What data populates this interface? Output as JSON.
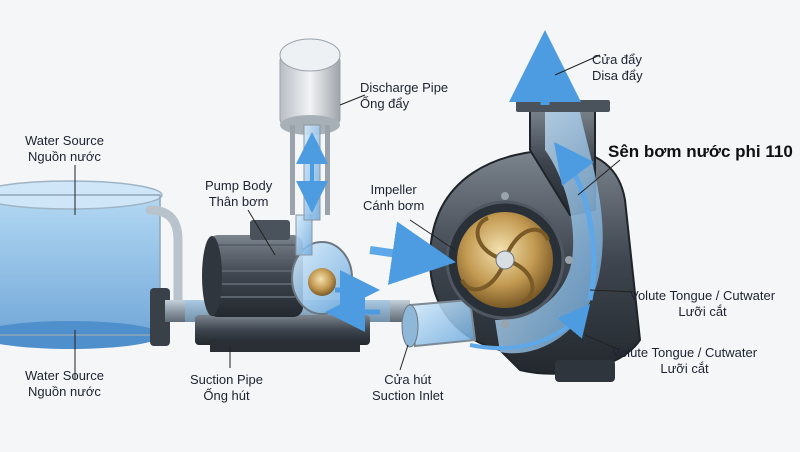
{
  "labels": {
    "water_source_top": {
      "en": "Water Source",
      "vi": "Nguồn nước"
    },
    "water_source_bottom": {
      "en": "Water Source",
      "vi": "Nguồn nước"
    },
    "pump_body": {
      "en": "Pump Body",
      "vi": "Thân bơm"
    },
    "discharge_pipe": {
      "en": "Discharge Pipe",
      "vi": "Ống đẩy"
    },
    "impeller": {
      "en": "Impeller",
      "vi": "Cánh bơm"
    },
    "outlet": {
      "vi": "Cửa đẩy",
      "alt": "Disa đẩy"
    },
    "product_title": "Sên bơm nước phi 110",
    "volute_tongue_1": {
      "en": "Volute Tongue / Cutwater",
      "vi": "Lưỡi cắt"
    },
    "volute_tongue_2": {
      "en": "Volute Tongue / Cutwater",
      "vi": "Lưỡi cắt"
    },
    "suction_pipe": {
      "en": "Suction Pipe",
      "vi": "Ống hút"
    },
    "suction_inlet": {
      "vi": "Cửa hút",
      "en": "Suction Inlet"
    }
  },
  "colors": {
    "water": "#7fb8e6",
    "water_dark": "#4f8fcb",
    "flow_arrow": "#5ea7e8",
    "metal_dark": "#3a4048",
    "metal_mid": "#6b737d",
    "impeller_brass": "#c9a86a",
    "leader_line": "#222222"
  },
  "icons": [
    "water-tank",
    "pressure-tank",
    "electric-motor",
    "pump-housing",
    "volute-casing",
    "impeller",
    "flow-arrow"
  ]
}
